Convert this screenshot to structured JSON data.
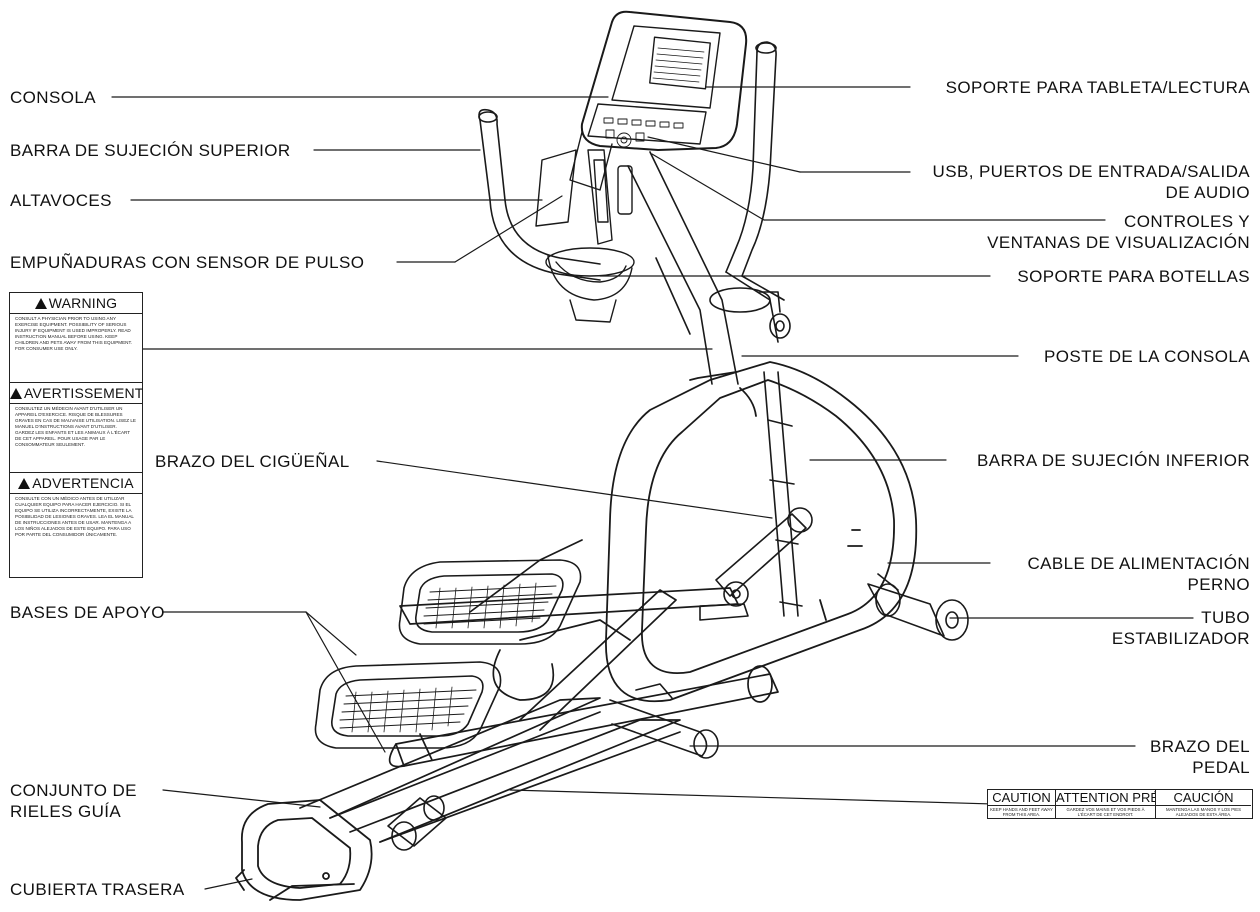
{
  "labels": {
    "consola": "CONSOLA",
    "barra_superior": "BARRA DE SUJECIÓN SUPERIOR",
    "altavoces": "ALTAVOCES",
    "empunaduras": "EMPUÑADURAS CON SENSOR DE PULSO",
    "brazo_ciguenal": "BRAZO DEL CIGÜEÑAL",
    "bases_apoyo": "BASES DE APOYO",
    "rieles_line1": "CONJUNTO DE",
    "rieles_line2": "RIELES GUÍA",
    "cubierta_trasera": "CUBIERTA TRASERA",
    "soporte_tableta": "SOPORTE PARA TABLETA/LECTURA",
    "usb_line1": "USB, PUERTOS DE ENTRADA/SALIDA",
    "usb_line2": "DE AUDIO",
    "controles_line1": "CONTROLES Y",
    "controles_line2": "VENTANAS DE VISUALIZACIÓN",
    "soporte_botellas": "SOPORTE PARA BOTELLAS",
    "poste_consola": "POSTE DE LA CONSOLA",
    "barra_inferior": "BARRA DE SUJECIÓN INFERIOR",
    "cable_line1": "CABLE DE ALIMENTACIÓN",
    "cable_line2": "PERNO",
    "tubo_line1": "TUBO",
    "tubo_line2": "ESTABILIZADOR",
    "brazo_pedal_line1": "BRAZO DEL",
    "brazo_pedal_line2": "PEDAL"
  },
  "warning_panel": {
    "warning_title": "WARNING",
    "warning_text": "CONSULT A PHYSICIAN PRIOR TO USING ANY EXERCISE EQUIPMENT. POSSIBILITY OF SERIOUS INJURY IF EQUIPMENT IS USED IMPROPERLY. READ INSTRUCTION MANUAL BEFORE USING. KEEP CHILDREN AND PETS AWAY FROM THIS EQUIPMENT. FOR CONSUMER USE ONLY.",
    "avertissement_title": "AVERTISSEMENT",
    "avertissement_text": "CONSULTEZ UN MÉDECIN AVANT D'UTILISER UN APPAREIL D'EXERCICE. RISQUE DE BLESSURES GRAVES EN CAS DE MAUVAISE UTILISATION. LISEZ LE MANUEL D'INSTRUCTIONS AVANT D'UTILISER. GARDEZ LES ENFANTS ET LES ANIMAUX À L'ÉCART DE CET APPAREIL. POUR USAGE PAR LE CONSOMMATEUR SEULEMENT.",
    "advertencia_title": "ADVERTENCIA",
    "advertencia_text": "CONSULTE CON UN MÉDICO ANTES DE UTILIZAR CUALQUIER EQUIPO PARA HACER EJERCICIO. SI EL EQUIPO SE UTILIZA INCORRECTAMENTE, EXISTE LA POSIBILIDAD DE LESIONES GRAVES. LEA EL MANUAL DE INSTRUCCIONES ANTES DE USAR. MANTENGA A LOS NIÑOS ALEJADOS DE ESTE EQUIPO. PARA USO POR PARTE DEL CONSUMIDOR ÚNICAMENTE."
  },
  "caution_panel": {
    "caution_title": "CAUTION",
    "caution_text": "KEEP HANDS AND FEET AWAY FROM THIS AREA.",
    "attention_title": "ATTENTION PRÉ",
    "attention_text": "GARDEZ VOS MAINS ET VOS PIEDS À L'ÉCART DE CET ENDROIT.",
    "caucion_title": "CAUCIÓN",
    "caucion_text": "MANTENGA LAS MANOS Y LOS PIES ALEJADOS DE ESTA ÁREA."
  }
}
